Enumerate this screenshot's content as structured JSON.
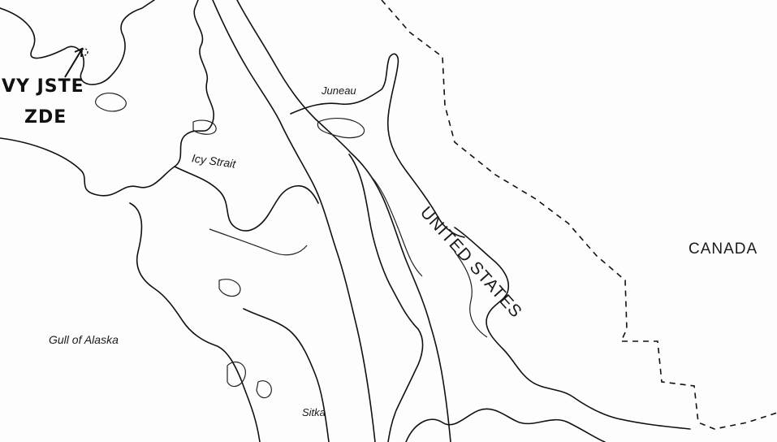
{
  "map": {
    "labels": {
      "juneau": "Juneau",
      "icy_strait": "Icy Strait",
      "united_states": "UNITED STATES",
      "canada": "CANADA",
      "gulf_of_alaska": "Gull of Alaska",
      "sitka": "Sitka"
    },
    "handwritten": {
      "line1": "VY JSTE",
      "line2": "ZDE"
    },
    "colors": {
      "ink": "#111111",
      "paper": "#ffffff"
    }
  }
}
